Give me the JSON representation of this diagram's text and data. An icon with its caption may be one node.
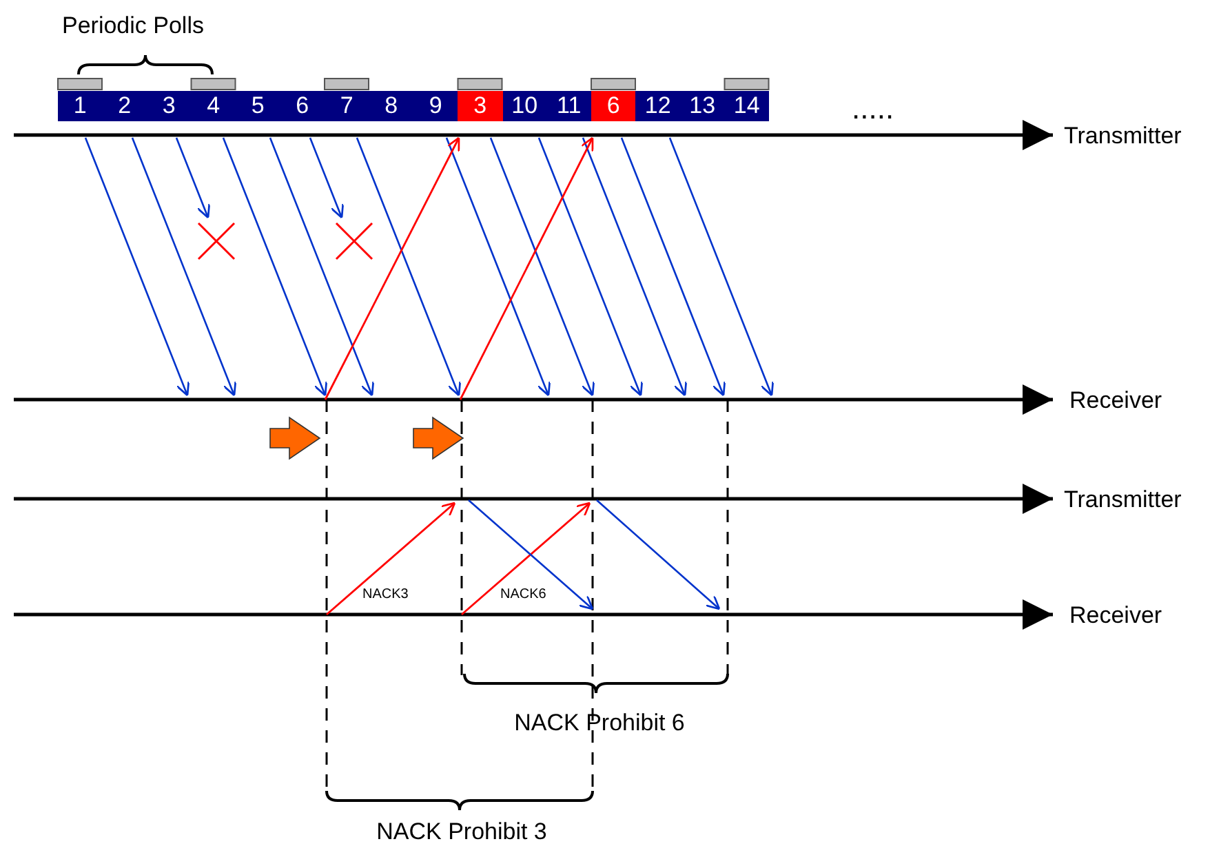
{
  "diagram": {
    "labels": [
      "Periodic Polls",
      "1",
      "2",
      "3",
      "4",
      "5",
      "6",
      "7",
      "8",
      "9",
      "3",
      "10",
      "11",
      "6",
      "12",
      "13",
      "14",
      ".....",
      "Transmitter",
      "Receiver",
      "Transmitter",
      "Receiver",
      "NACK3",
      "NACK6",
      "NACK Prohibit 6",
      "NACK Prohibit 3"
    ]
  }
}
